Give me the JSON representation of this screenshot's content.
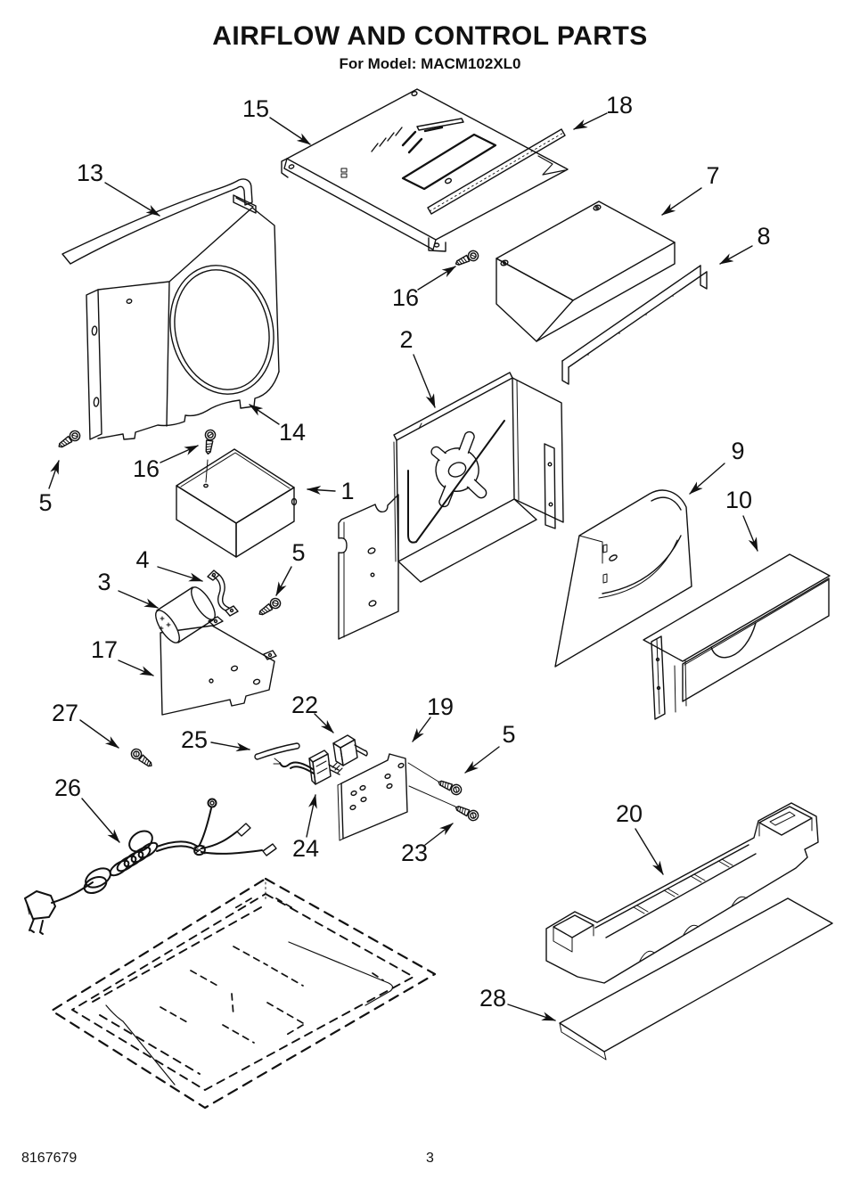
{
  "title": "AIRFLOW AND CONTROL PARTS",
  "subtitle": "For Model: MACM102XL0",
  "footer": {
    "document_number": "8167679",
    "page_number": "3"
  },
  "colors": {
    "ink": "#111111",
    "paper": "#ffffff"
  },
  "diagram": {
    "type": "exploded-parts-diagram",
    "callouts": [
      {
        "label": "15"
      },
      {
        "label": "18"
      },
      {
        "label": "13"
      },
      {
        "label": "7"
      },
      {
        "label": "8"
      },
      {
        "label": "16"
      },
      {
        "label": "2"
      },
      {
        "label": "14"
      },
      {
        "label": "16"
      },
      {
        "label": "5"
      },
      {
        "label": "1"
      },
      {
        "label": "9"
      },
      {
        "label": "10"
      },
      {
        "label": "4"
      },
      {
        "label": "3"
      },
      {
        "label": "5"
      },
      {
        "label": "17"
      },
      {
        "label": "27"
      },
      {
        "label": "25"
      },
      {
        "label": "22"
      },
      {
        "label": "19"
      },
      {
        "label": "5"
      },
      {
        "label": "26"
      },
      {
        "label": "24"
      },
      {
        "label": "23"
      },
      {
        "label": "20"
      },
      {
        "label": "28"
      }
    ]
  }
}
